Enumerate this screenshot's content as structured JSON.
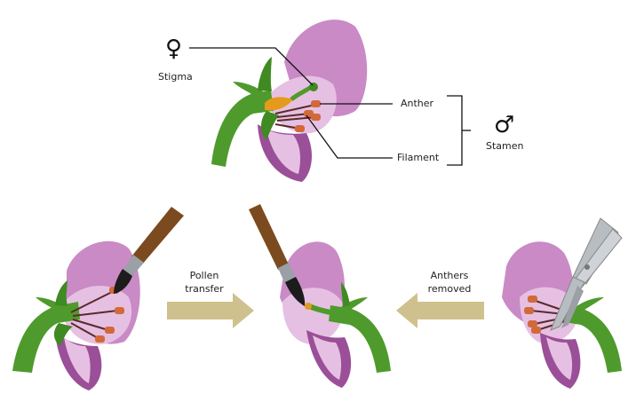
{
  "labels": {
    "female_symbol": "♀",
    "stigma": "Stigma",
    "anther": "Anther",
    "filament": "Filament",
    "male_symbol": "♂",
    "stamen": "Stamen",
    "pollen_transfer_line1": "Pollen",
    "pollen_transfer_line2": "transfer",
    "anthers_removed_line1": "Anthers",
    "anthers_removed_line2": "removed"
  },
  "colors": {
    "petal_outer": "#c98ac5",
    "petal_light": "#e6c0e2",
    "petal_deep": "#9a4f98",
    "stem": "#4f9a2c",
    "stem_dark": "#2f6a18",
    "anther": "#d2693a",
    "stigma_orange": "#e49a1b",
    "filament": "#5a2a2a",
    "arrow": "#cfc18e",
    "brush_handle": "#7b4a1e",
    "brush_ferrule": "#9aa0a6",
    "brush_tip": "#1c1c1c",
    "scissors": "#b8bdc2"
  }
}
